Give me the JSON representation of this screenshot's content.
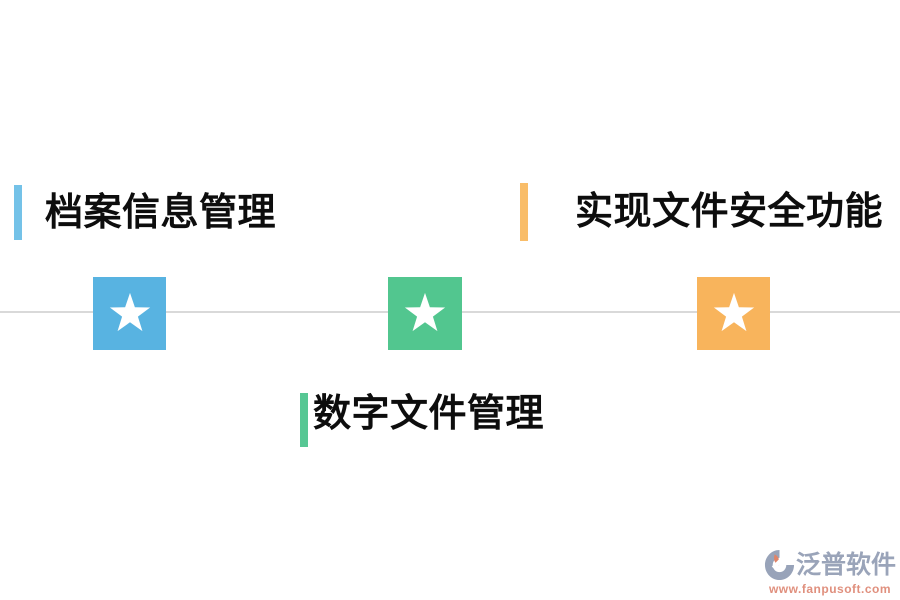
{
  "page": {
    "background_color": "#ffffff",
    "timeline_line_color": "#d9d9d9"
  },
  "labels": [
    {
      "text": "档案信息管理",
      "accent_color": "#74c2e8"
    },
    {
      "text": "实现文件安全功能",
      "accent_color": "#f9bd69"
    },
    {
      "text": "数字文件管理",
      "accent_color": "#57c794"
    }
  ],
  "milestones": [
    {
      "icon": "star",
      "color": "#58b3e1",
      "star_color": "#ffffff"
    },
    {
      "icon": "star",
      "color": "#52c68f",
      "star_color": "#ffffff"
    },
    {
      "icon": "star",
      "color": "#f8b45c",
      "star_color": "#ffffff"
    }
  ],
  "logo": {
    "name": "泛普软件",
    "url": "www.fanpusoft.com",
    "name_color": "#9aa4b9",
    "url_color": "#e0907e",
    "icon_gray": "#98a3b9",
    "icon_accent": "#e08468"
  }
}
